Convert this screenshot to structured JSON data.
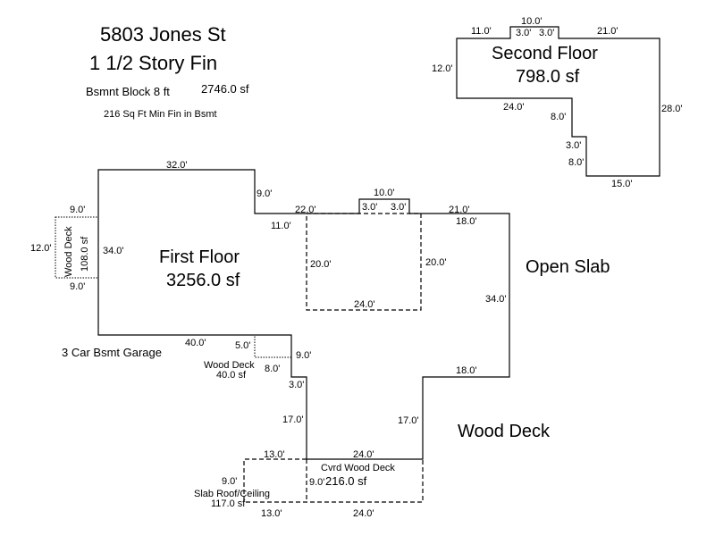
{
  "header": {
    "address": "5803 Jones St",
    "style": "1 1/2 Story Fin",
    "basement": "Bsmnt Block 8 ft",
    "basement_area": "2746.0 sf",
    "basement_finish": "216 Sq Ft Min Fin in Bsmt"
  },
  "second_floor": {
    "label": "Second Floor",
    "area": "798.0 sf",
    "dims": [
      "11.0'",
      "10.0'",
      "3.0'",
      "3.0'",
      "21.0'",
      "12.0'",
      "24.0'",
      "8.0'",
      "28.0'",
      "3.0'",
      "8.0'",
      "15.0'"
    ]
  },
  "first_floor": {
    "label": "First Floor",
    "area": "3256.0 sf",
    "dims": [
      "32.0'",
      "9.0'",
      "22.0'",
      "11.0'",
      "10.0'",
      "3.0'",
      "3.0'",
      "21.0'",
      "18.0'",
      "20.0'",
      "20.0'",
      "24.0'",
      "34.0'",
      "9.0'",
      "12.0'",
      "9.0'",
      "34.0'",
      "40.0'",
      "5.0'",
      "9.0'",
      "8.0'",
      "3.0'",
      "18.0'",
      "17.0'",
      "17.0'",
      "24.0'"
    ]
  },
  "wood_deck_side": {
    "label": "Wood Deck",
    "area": "108.0 sf"
  },
  "wood_deck_small": {
    "label": "Wood Deck",
    "area": "40.0 sf"
  },
  "labels": {
    "open_slab": "Open Slab",
    "wood_deck": "Wood Deck",
    "garage": "3 Car Bsmt Garage"
  },
  "cvrd_deck": {
    "label": "Cvrd Wood Deck",
    "area": "216.0 sf",
    "dims": [
      "13.0'",
      "9.0'",
      "9.0'",
      "13.0'",
      "24.0'"
    ]
  },
  "slab_roof": {
    "label": "Slab Roof/Ceiling",
    "area": "117.0 sf"
  }
}
